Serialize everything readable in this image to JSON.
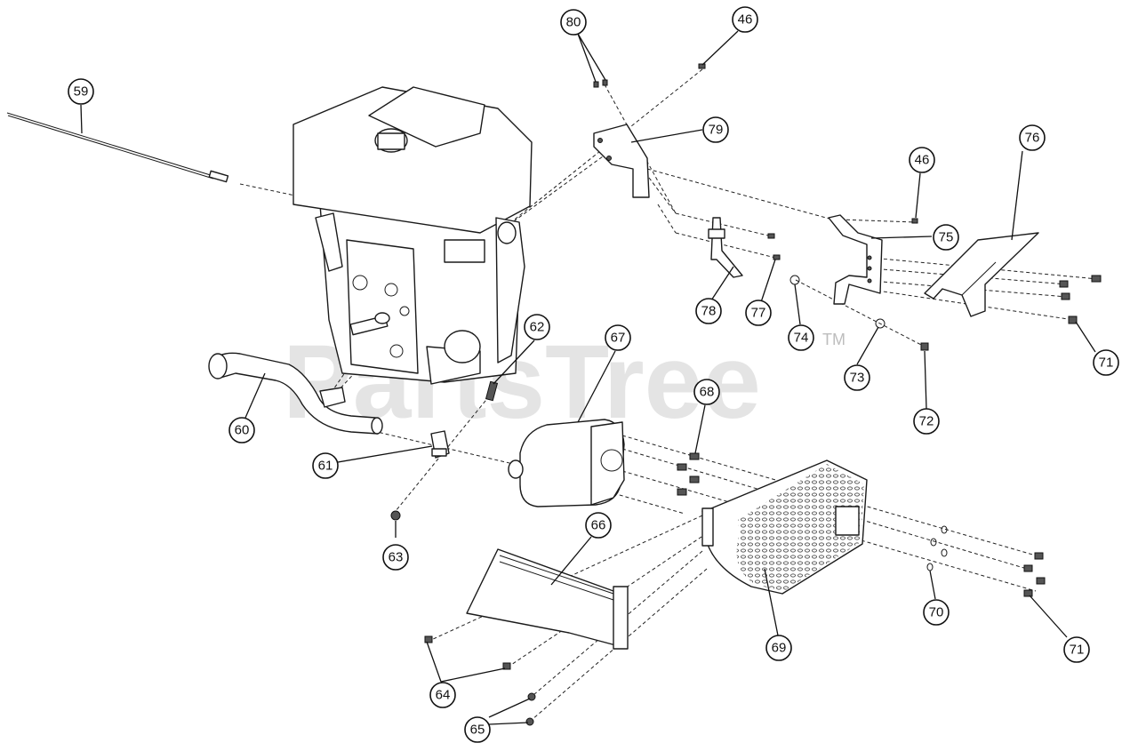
{
  "watermark": {
    "brand": "PartsTree",
    "tm": "TM"
  },
  "callouts": {
    "p59": "59",
    "p80": "80",
    "p46a": "46",
    "p79": "79",
    "p46b": "46",
    "p76": "76",
    "p75": "75",
    "p78": "78",
    "p77": "77",
    "p74": "74",
    "p73": "73",
    "p72": "72",
    "p71a": "71",
    "p62": "62",
    "p67": "67",
    "p68": "68",
    "p60": "60",
    "p61": "61",
    "p63": "63",
    "p66": "66",
    "p69": "69",
    "p70": "70",
    "p71b": "71",
    "p64": "64",
    "p65": "65"
  }
}
